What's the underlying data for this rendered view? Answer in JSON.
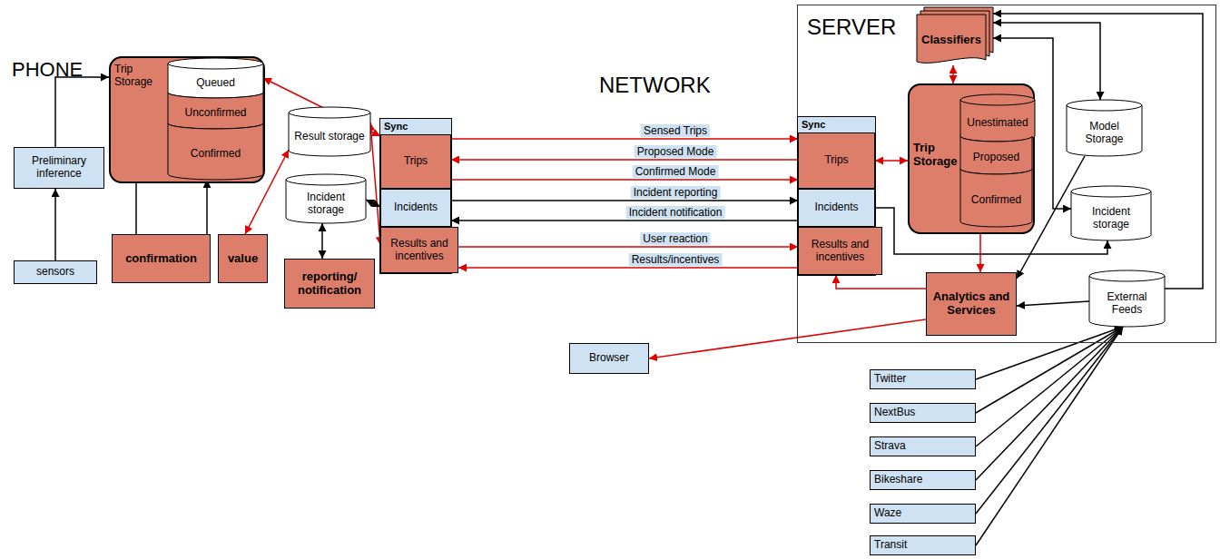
{
  "diagram": {
    "nodes": [
      {
        "text": [
          "PHONE"
        ]
      },
      {
        "text": [
          "Trip Storage"
        ],
        "in": 0
      },
      {
        "text": [
          "Queued"
        ],
        "in": 1
      },
      {
        "text": [
          "Unconfirmed"
        ],
        "in": 1
      },
      {
        "text": [
          "Confirmed"
        ],
        "in": 1
      },
      {
        "text": [
          "Preliminary inference"
        ],
        "in": 0
      },
      {
        "text": [
          "sensors"
        ],
        "in": 0
      },
      {
        "text": [
          "Result storage"
        ],
        "in": 0
      },
      {
        "text": [
          "Incident storage"
        ],
        "in": 0
      },
      {
        "text": [
          "confirmation"
        ],
        "in": 0
      },
      {
        "text": [
          "value"
        ],
        "in": 0
      },
      {
        "text": [
          "reporting/ notification"
        ],
        "in": 0
      },
      {
        "text": [
          "Sync"
        ],
        "in": 0
      },
      {
        "text": [
          "Trips"
        ],
        "in": 12
      },
      {
        "text": [
          "Incidents"
        ],
        "in": 12
      },
      {
        "text": [
          "Results and incentives"
        ],
        "in": 12
      },
      {
        "text": [
          "NETWORK"
        ]
      },
      {
        "text": [
          "SERVER"
        ]
      },
      {
        "text": [
          "Classifiers"
        ],
        "in": 17
      },
      {
        "text": [
          "Sync"
        ],
        "in": 17
      },
      {
        "text": [
          "Trips"
        ],
        "in": 19
      },
      {
        "text": [
          "Incidents"
        ],
        "in": 19
      },
      {
        "text": [
          "Results and incentives"
        ],
        "in": 19
      },
      {
        "text": [
          "Trip Storage"
        ],
        "in": 17
      },
      {
        "text": [
          "Unestimated"
        ],
        "in": 23
      },
      {
        "text": [
          "Proposed"
        ],
        "in": 23
      },
      {
        "text": [
          "Confirmed"
        ],
        "in": 23
      },
      {
        "text": [
          "Model Storage"
        ],
        "in": 17
      },
      {
        "text": [
          "Incident storage"
        ],
        "in": 17
      },
      {
        "text": [
          "Analytics and Services"
        ],
        "in": 17
      },
      {
        "text": [
          "External Feeds"
        ],
        "in": 17
      },
      {
        "text": [
          "Browser"
        ]
      },
      {
        "text": [
          "Twitter"
        ]
      },
      {
        "text": [
          "NextBus"
        ]
      },
      {
        "text": [
          "Strava"
        ]
      },
      {
        "text": [
          "Bikeshare"
        ]
      },
      {
        "text": [
          "Waze"
        ]
      },
      {
        "text": [
          "Transit"
        ]
      }
    ],
    "edges": [
      {
        "from": 2,
        "to": 13,
        "arrow": "both"
      },
      {
        "from": 5,
        "to": 1,
        "arrow": "to"
      },
      {
        "from": 6,
        "to": 5,
        "arrow": "to"
      },
      {
        "from": 1,
        "to": 9,
        "arrow": "none"
      },
      {
        "from": 9,
        "to": 4,
        "arrow": "to"
      },
      {
        "from": 10,
        "to": 7,
        "arrow": "both"
      },
      {
        "from": 7,
        "to": 15,
        "arrow": "both"
      },
      {
        "from": 8,
        "to": 14,
        "arrow": "both"
      },
      {
        "from": 8,
        "to": 11,
        "arrow": "both"
      },
      {
        "from": 13,
        "to": 20,
        "label": "Sensed Trips",
        "arrow": "to"
      },
      {
        "from": 20,
        "to": 13,
        "label": "Proposed Mode",
        "arrow": "to"
      },
      {
        "from": 13,
        "to": 20,
        "label": "Confirmed Mode",
        "arrow": "to"
      },
      {
        "from": 14,
        "to": 21,
        "label": "Incident reporting",
        "arrow": "to"
      },
      {
        "from": 21,
        "to": 14,
        "label": "Incident notification",
        "arrow": "to"
      },
      {
        "from": 15,
        "to": 22,
        "label": "User reaction",
        "arrow": "to"
      },
      {
        "from": 22,
        "to": 15,
        "label": "Results/incentives",
        "arrow": "to"
      },
      {
        "from": 20,
        "to": 23,
        "arrow": "both"
      },
      {
        "from": 18,
        "to": 23,
        "arrow": "both"
      },
      {
        "from": 18,
        "to": 27,
        "arrow": "both"
      },
      {
        "from": 18,
        "to": 28,
        "arrow": "both"
      },
      {
        "from": 21,
        "to": 28,
        "arrow": "to"
      },
      {
        "from": 23,
        "to": 29,
        "arrow": "to"
      },
      {
        "from": 27,
        "to": 29,
        "arrow": "to"
      },
      {
        "from": 30,
        "to": 29,
        "arrow": "to"
      },
      {
        "from": 30,
        "to": 18,
        "arrow": "to"
      },
      {
        "from": 29,
        "to": 22,
        "arrow": "to"
      },
      {
        "from": 29,
        "to": 31,
        "arrow": "to"
      },
      {
        "from": 32,
        "to": 30,
        "arrow": "to"
      },
      {
        "from": 33,
        "to": 30,
        "arrow": "to"
      },
      {
        "from": 34,
        "to": 30,
        "arrow": "to"
      },
      {
        "from": 35,
        "to": 30,
        "arrow": "to"
      },
      {
        "from": 36,
        "to": 30,
        "arrow": "to"
      },
      {
        "from": 37,
        "to": 30,
        "arrow": "to"
      }
    ]
  }
}
